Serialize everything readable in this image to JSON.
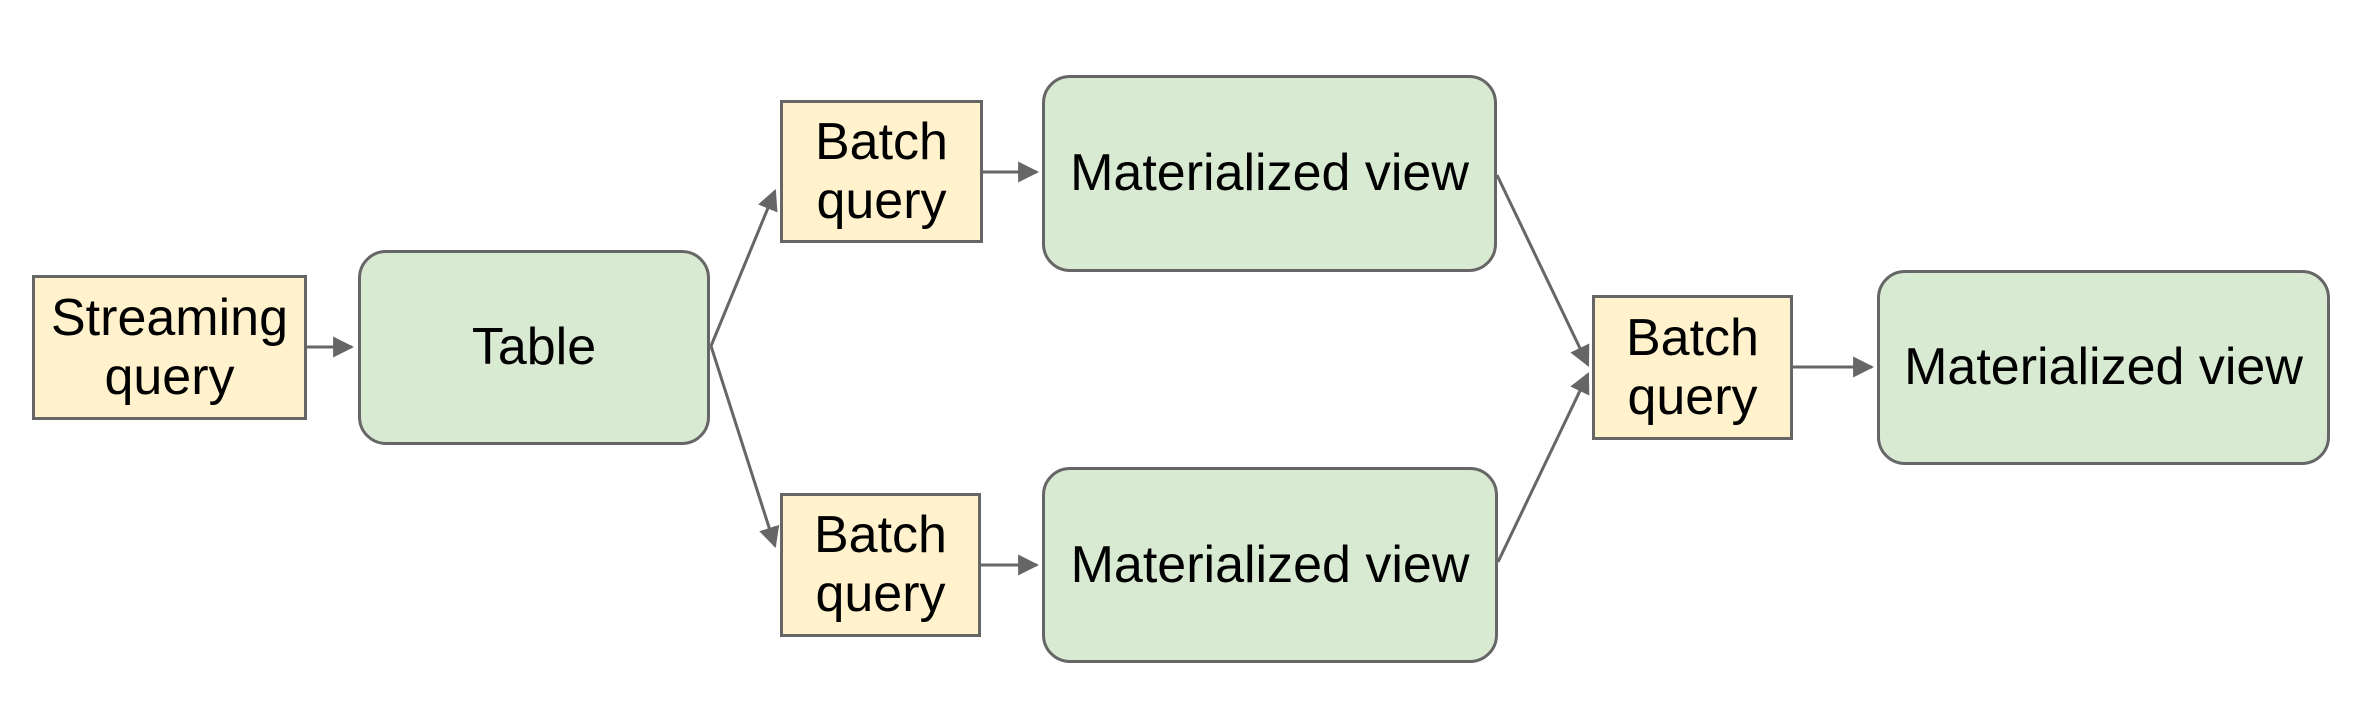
{
  "diagram": {
    "nodes": [
      {
        "id": "streaming-query",
        "label": "Streaming query",
        "shape": "rectangle",
        "fill": "#fff2cc"
      },
      {
        "id": "table",
        "label": "Table",
        "shape": "rounded-rectangle",
        "fill": "#d9ead3"
      },
      {
        "id": "batch-query-top",
        "label": "Batch query",
        "shape": "rectangle",
        "fill": "#fff2cc"
      },
      {
        "id": "materialized-view-top",
        "label": "Materialized view",
        "shape": "rounded-rectangle",
        "fill": "#d9ead3"
      },
      {
        "id": "batch-query-bottom",
        "label": "Batch query",
        "shape": "rectangle",
        "fill": "#fff2cc"
      },
      {
        "id": "materialized-view-bottom",
        "label": "Materialized view",
        "shape": "rounded-rectangle",
        "fill": "#d9ead3"
      },
      {
        "id": "batch-query-final",
        "label": "Batch query",
        "shape": "rectangle",
        "fill": "#fff2cc"
      },
      {
        "id": "materialized-view-final",
        "label": "Materialized view",
        "shape": "rounded-rectangle",
        "fill": "#d9ead3"
      }
    ],
    "edges": [
      {
        "from": "streaming-query",
        "to": "table"
      },
      {
        "from": "table",
        "to": "batch-query-top"
      },
      {
        "from": "table",
        "to": "batch-query-bottom"
      },
      {
        "from": "batch-query-top",
        "to": "materialized-view-top"
      },
      {
        "from": "batch-query-bottom",
        "to": "materialized-view-bottom"
      },
      {
        "from": "materialized-view-top",
        "to": "batch-query-final"
      },
      {
        "from": "materialized-view-bottom",
        "to": "batch-query-final"
      },
      {
        "from": "batch-query-final",
        "to": "materialized-view-final"
      }
    ],
    "colors": {
      "query_fill": "#fff2cc",
      "dataset_fill": "#d9ead3",
      "stroke": "#666666",
      "text": "#000000",
      "background": "#ffffff"
    }
  }
}
